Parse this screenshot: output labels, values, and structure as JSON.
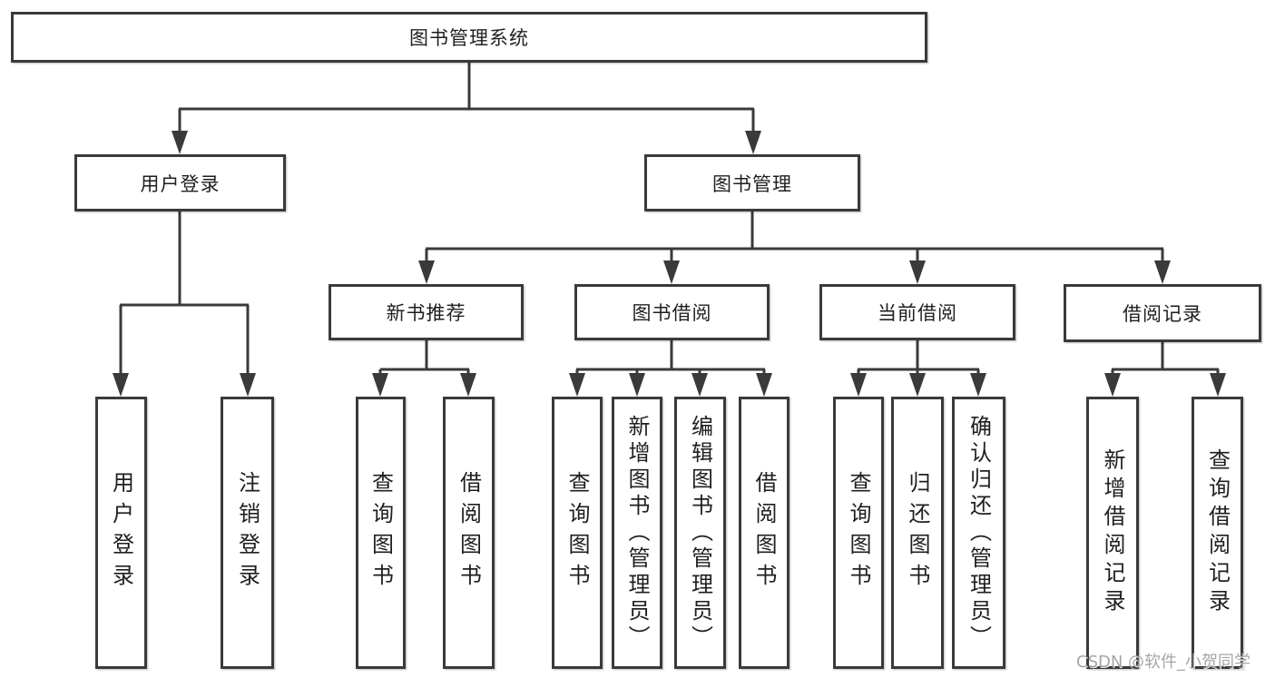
{
  "tree": {
    "root": {
      "label": "图书管理系统"
    },
    "branches": [
      {
        "label": "用户登录",
        "leaves": [
          {
            "label": "用户登录"
          },
          {
            "label": "注销登录"
          }
        ]
      },
      {
        "label": "图书管理",
        "sections": [
          {
            "label": "新书推荐",
            "leaves": [
              {
                "label": "查询图书"
              },
              {
                "label": "借阅图书"
              }
            ]
          },
          {
            "label": "图书借阅",
            "leaves": [
              {
                "label": "查询图书"
              },
              {
                "label": "新增图书（管理员）"
              },
              {
                "label": "编辑图书（管理员）"
              },
              {
                "label": "借阅图书"
              }
            ]
          },
          {
            "label": "当前借阅",
            "leaves": [
              {
                "label": "查询图书"
              },
              {
                "label": "归还图书"
              },
              {
                "label": "确认归还（管理员）"
              }
            ]
          },
          {
            "label": "借阅记录",
            "leaves": [
              {
                "label": "新增借阅记录"
              },
              {
                "label": "查询借阅记录"
              }
            ]
          }
        ]
      }
    ]
  },
  "watermark": {
    "text": "CSDN @软件_小贺同学"
  },
  "colors": {
    "line": "#3a3a3a",
    "text": "#1f1f1f",
    "background": "#ffffff",
    "watermark": "#9d9d9d"
  }
}
